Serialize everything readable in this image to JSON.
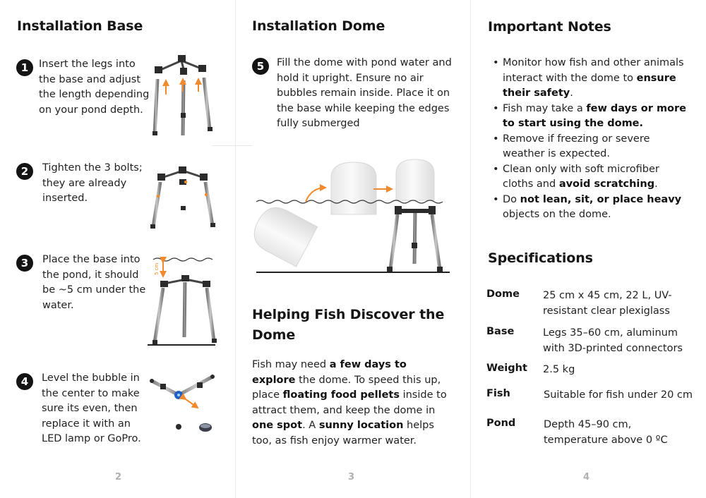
{
  "colors": {
    "accent": "#f08a2c",
    "text": "#1c1c1c",
    "page_number": "#b0b0b0"
  },
  "page2": {
    "title": "Installation Base",
    "page_number": "2",
    "steps": [
      {
        "number": "1",
        "text": "Insert the legs into the base and adjust the length depending on your pond depth."
      },
      {
        "number": "2",
        "text": "Tighten the 3 bolts; they are already inserted."
      },
      {
        "number": "3",
        "text": "Place the base into the pond, it should be ~5 cm under the water."
      },
      {
        "number": "4",
        "text": "Level the bubble in the center to make sure its even, then replace it with an LED lamp or GoPro."
      }
    ],
    "depth_label": "5 cm"
  },
  "page3": {
    "title": "Installation Dome",
    "page_number": "3",
    "step5": {
      "number": "5",
      "text": "Fill the dome with pond water and hold it upright. Ensure no air bubbles remain inside. Place it on the base while keeping the edges fully submerged"
    },
    "section_title": "Helping Fish Discover the Dome",
    "paragraph": [
      {
        "t": "Fish may need ",
        "b": false
      },
      {
        "t": "a few days to explore",
        "b": true
      },
      {
        "t": " the dome. To speed this up, place ",
        "b": false
      },
      {
        "t": "floating food pellets",
        "b": true
      },
      {
        "t": " inside to attract them, and keep the dome in ",
        "b": false
      },
      {
        "t": "one spot",
        "b": true
      },
      {
        "t": ". A ",
        "b": false
      },
      {
        "t": "sunny location",
        "b": true
      },
      {
        "t": " helps too, as fish enjoy warmer water.",
        "b": false
      }
    ]
  },
  "page4": {
    "title": "Important Notes",
    "page_number": "4",
    "notes": [
      [
        {
          "t": "Monitor how fish and other animals interact with the dome to ",
          "b": false
        },
        {
          "t": "ensure their safety",
          "b": true
        },
        {
          "t": ".",
          "b": false
        }
      ],
      [
        {
          "t": "Fish may take a ",
          "b": false
        },
        {
          "t": "few days or more to start using the dome.",
          "b": true
        }
      ],
      [
        {
          "t": "Remove if freezing or severe weather is expected.",
          "b": false
        }
      ],
      [
        {
          "t": "Clean only with soft microfiber cloths and ",
          "b": false
        },
        {
          "t": "avoid scratching",
          "b": true
        },
        {
          "t": ".",
          "b": false
        }
      ],
      [
        {
          "t": "Do ",
          "b": false
        },
        {
          "t": "not lean, sit, or place heavy",
          "b": true
        },
        {
          "t": " objects on the dome.",
          "b": false
        }
      ]
    ],
    "specs_title": "Specifications",
    "specs": [
      {
        "label": "Dome",
        "value": "25 cm x 45 cm, 22 L, UV-resistant clear plexiglass"
      },
      {
        "label": "Base",
        "value": "Legs 35–60 cm, aluminum with 3D-printed connectors"
      },
      {
        "label": "Weight",
        "value": "2.5 kg"
      },
      {
        "label": "Fish",
        "value": "Suitable for fish under 20 cm"
      },
      {
        "label": "Pond",
        "value": "Depth 45–90 cm, temperature above 0 ºC"
      }
    ]
  }
}
